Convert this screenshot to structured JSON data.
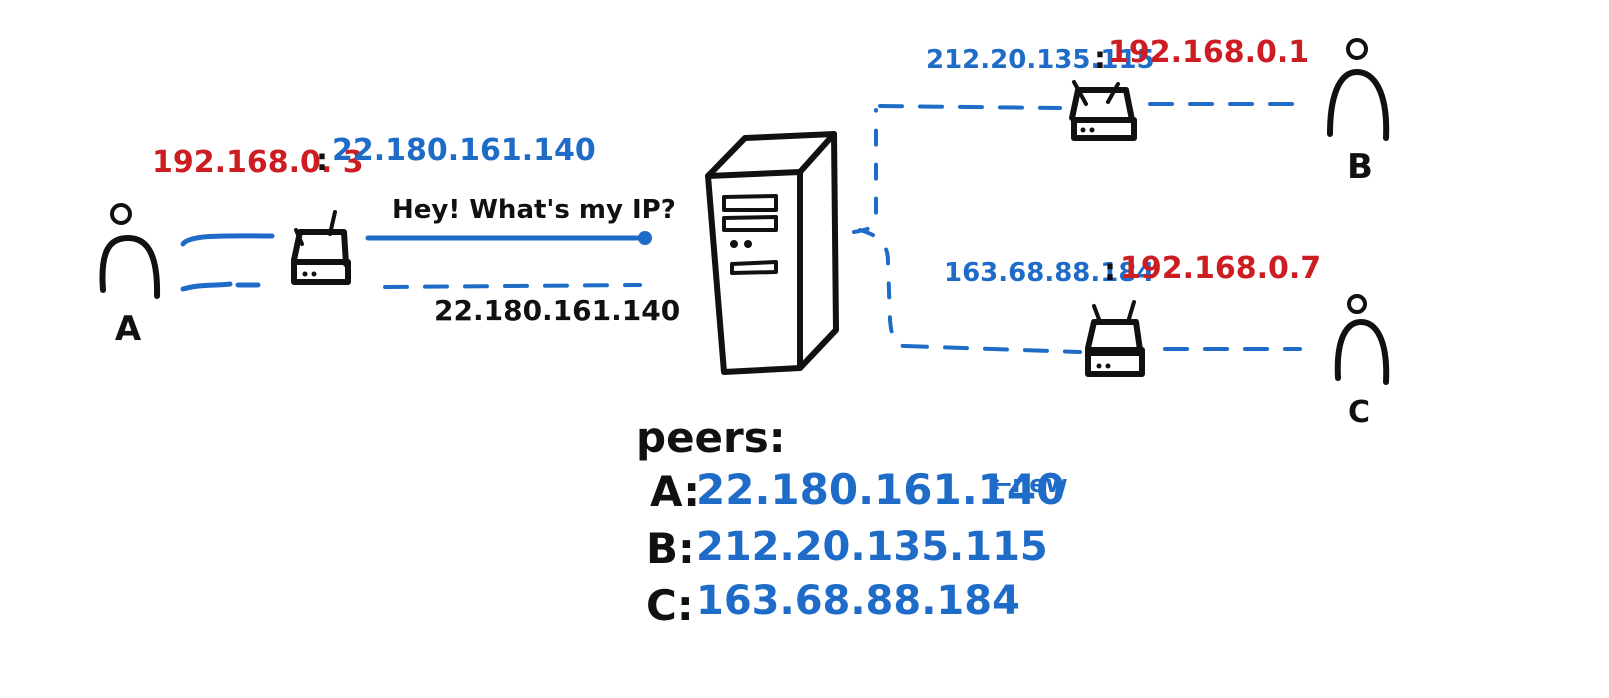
{
  "peers": {
    "A": {
      "label": "A",
      "local_ip": "192.168.0. 3",
      "public_ip": "22.180.161.140",
      "separator": ":"
    },
    "B": {
      "label": "B",
      "public_ip": "212.20.135.115",
      "local_ip": "192.168.0.1",
      "separator": ":"
    },
    "C": {
      "label": "C",
      "public_ip": "163.68.88.184",
      "local_ip": "192.168.0.7",
      "separator": ":"
    }
  },
  "request_message": "Hey! What's my IP?",
  "response_ip": "22.180.161.140",
  "peer_list": {
    "title": "peers:",
    "entries": [
      {
        "name": "A:",
        "ip": "22.180.161.140",
        "note": "←new"
      },
      {
        "name": "B:",
        "ip": "212.20.135.115",
        "note": ""
      },
      {
        "name": "C:",
        "ip": "163.68.88.184",
        "note": ""
      }
    ]
  },
  "colors": {
    "private_ip": "#cc1d22",
    "public_ip": "#1e6cc8",
    "ink": "#111111"
  },
  "icons": [
    "person-icon",
    "router-icon",
    "server-icon"
  ]
}
